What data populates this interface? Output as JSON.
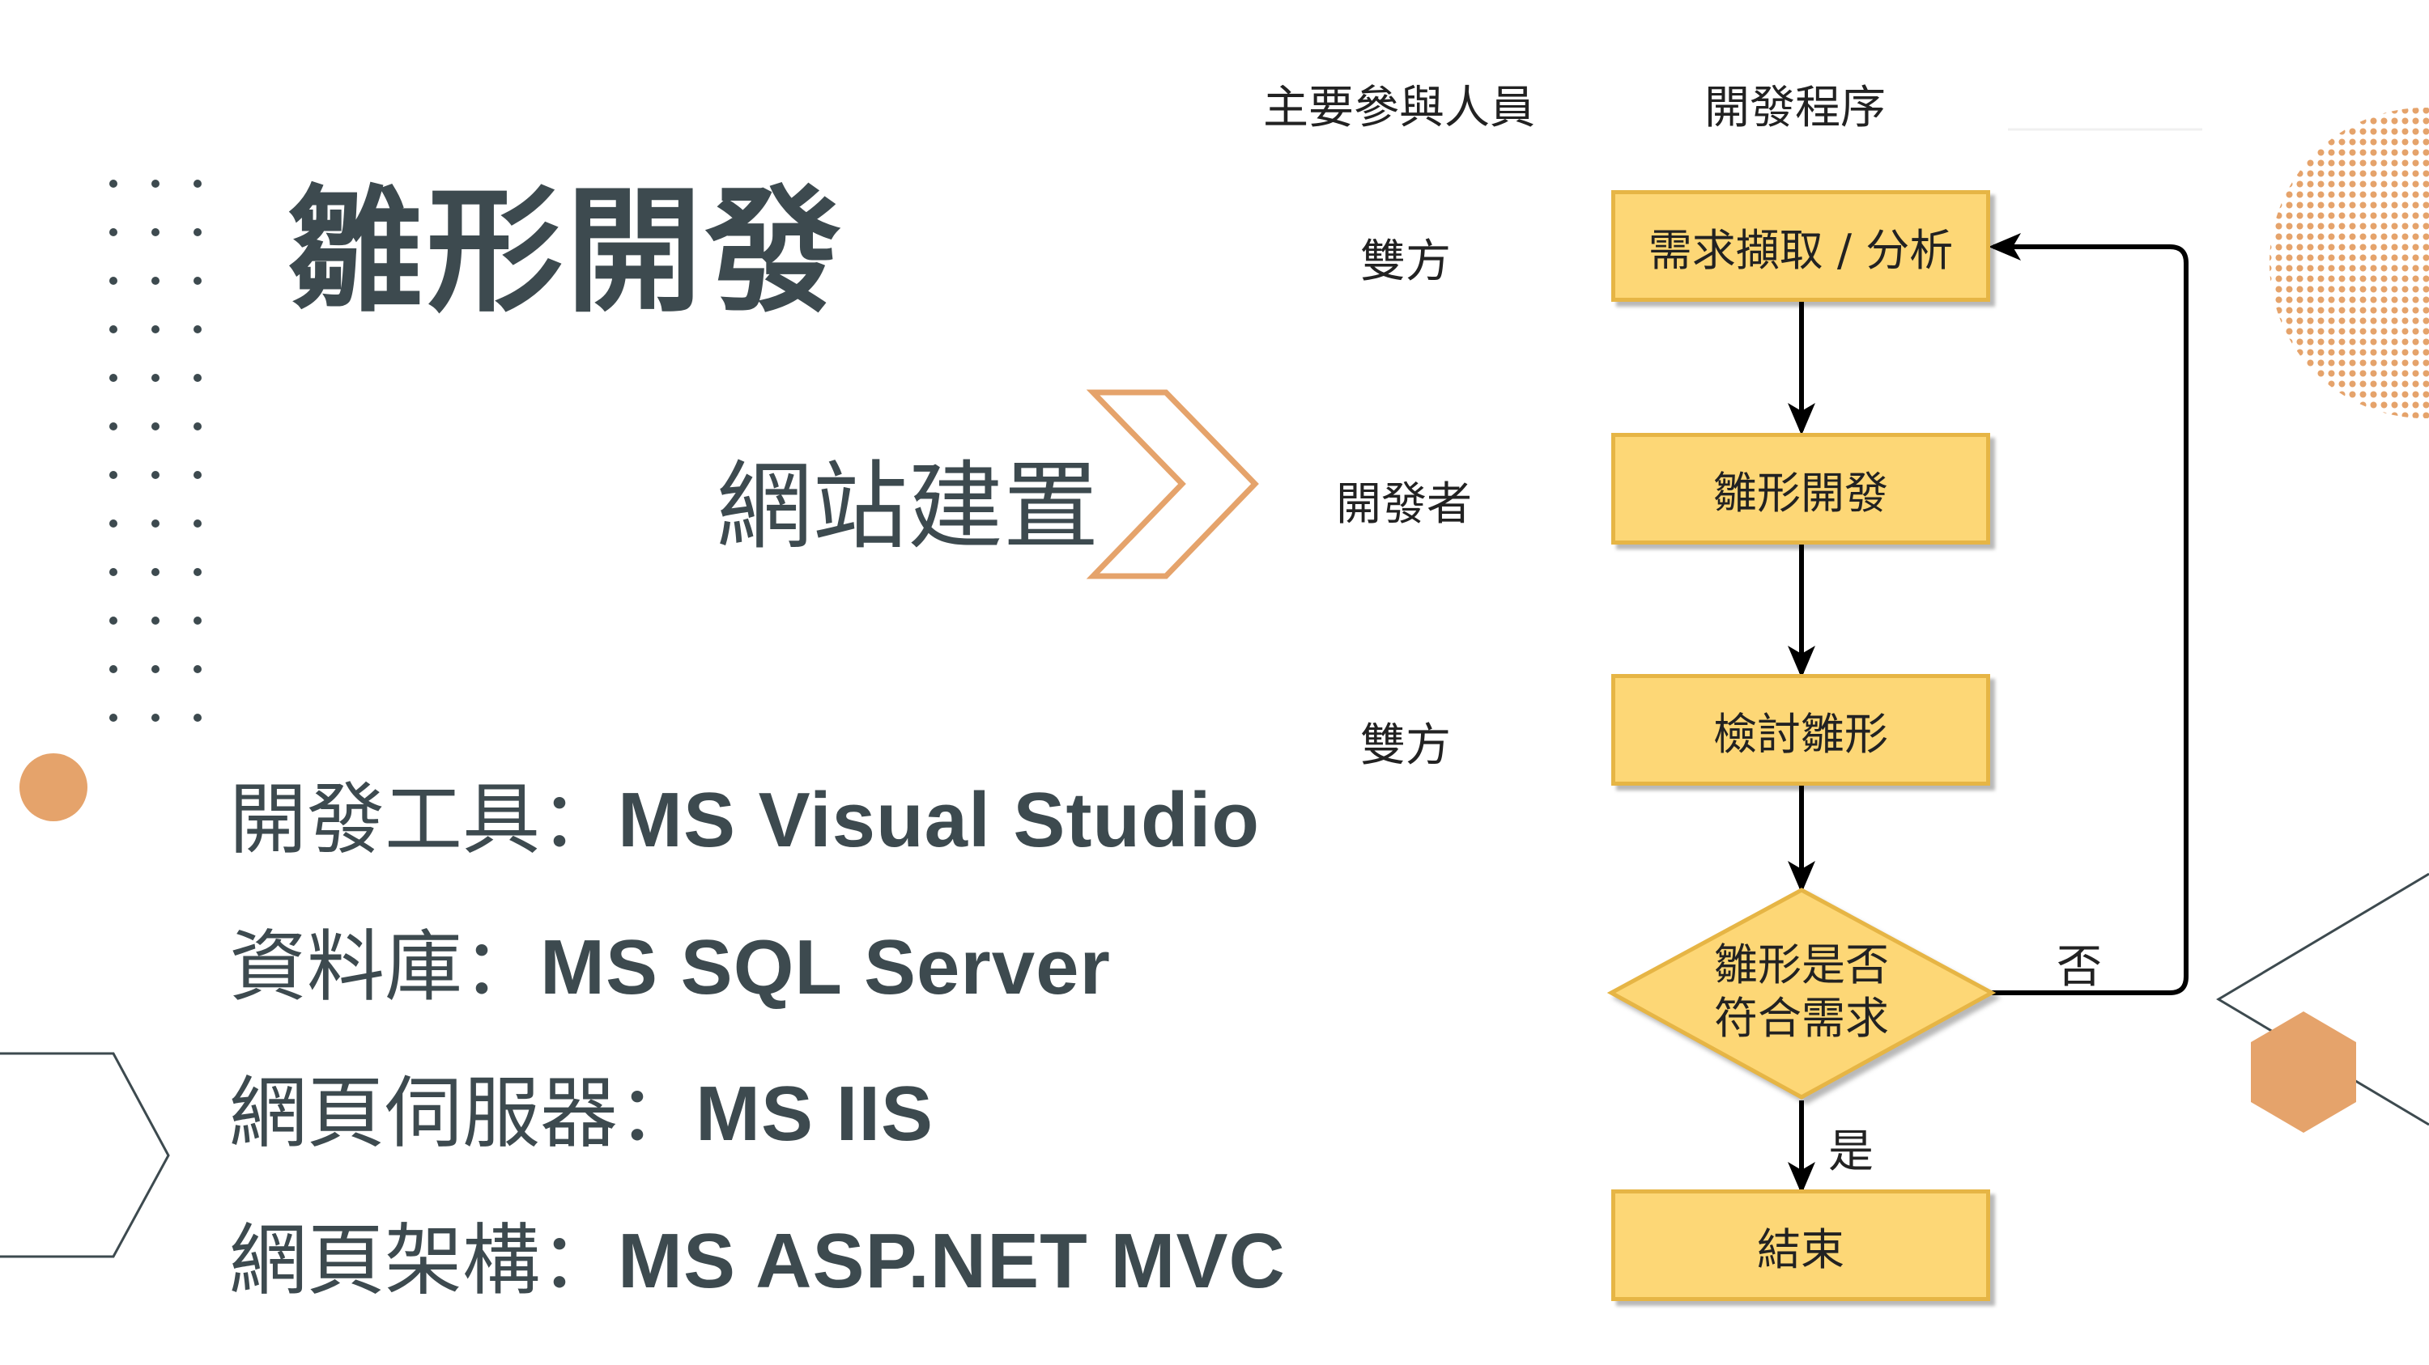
{
  "slide": {
    "title": "雛形開發",
    "subtitle": "網站建置",
    "info": [
      {
        "label": "開發工具：",
        "value": "MS Visual Studio"
      },
      {
        "label": "資料庫：",
        "value": "MS SQL Server"
      },
      {
        "label": "網頁伺服器：",
        "value": "MS IIS"
      },
      {
        "label": "網頁架構：",
        "value": "MS ASP.NET MVC"
      }
    ]
  },
  "flowchart": {
    "headers": {
      "participants": "主要參與人員",
      "process": "開發程序"
    },
    "roles": [
      "雙方",
      "開發者",
      "雙方"
    ],
    "steps": [
      "需求擷取 / 分析",
      "雛形開發",
      "檢討雛形"
    ],
    "decision": {
      "line1": "雛形是否",
      "line2": "符合需求"
    },
    "no_label": "否",
    "yes_label": "是",
    "end": "結束"
  },
  "colors": {
    "text_dark": "#3d4a4f",
    "accent_orange": "#e5a36b",
    "box_fill": "#fdd776",
    "box_border": "#e6b545"
  }
}
